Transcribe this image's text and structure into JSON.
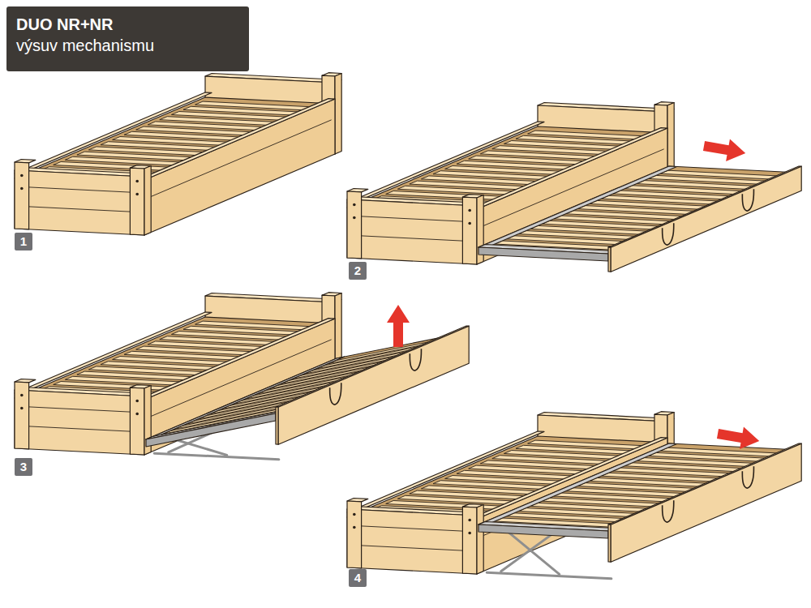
{
  "diagram": {
    "nodes": [
      {
        "text": [
          "DUO NR+NR",
          "výsuv mechanismu"
        ]
      },
      {
        "text": [
          "1"
        ]
      },
      {
        "text": [
          "2"
        ]
      },
      {
        "text": [
          "3"
        ]
      },
      {
        "text": [
          "4"
        ]
      }
    ]
  }
}
